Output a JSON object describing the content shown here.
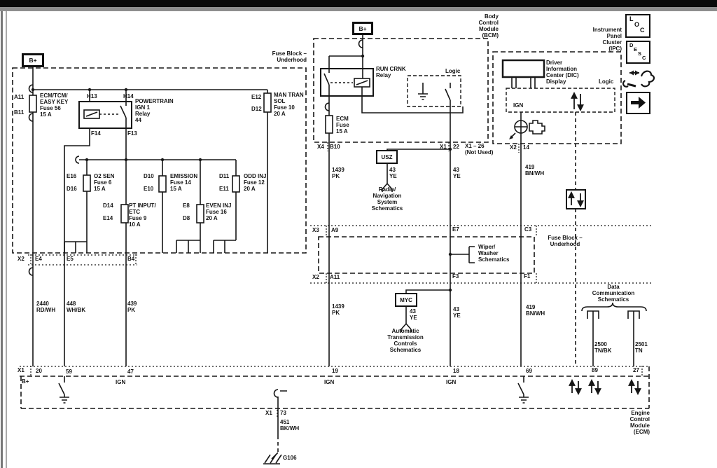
{
  "labels": {
    "b_plus_left": "B+",
    "b_plus_bcm": "B+",
    "fuse_block_left": "Fuse Block –\nUnderhood",
    "fuse_block_mid": "Fuse Block –\nUnderhood",
    "bcm": "Body\nControl\nModule\n(BCM)",
    "ipc": "Instrument\nPanel\nCluster\n(IPC)",
    "ecm": "Engine\nControl\nModule\n(ECM)",
    "dic": "Driver\nInformation\nCenter (DIC)\nDisplay",
    "logic_bcm": "Logic",
    "logic_ipc": "Logic",
    "run_crnk_relay": "RUN CRNK\nRelay",
    "powertrain_relay": "POWERTRAIN\nIGN 1\nRelay\n44",
    "ecm_fuse": "ECM\nFuse\n15 A",
    "ign_lamp": "IGN",
    "usz": "USZ",
    "myc": "MYC",
    "radio_nav": "Radio/\nNavigation\nSystem\nSchematics",
    "auto_trans": "Automatic\nTransmission\nControls\nSchematics",
    "wiper_washer": "Wiper/\nWasher\nSchematics",
    "data_comm": "Data\nCommunication\nSchematics",
    "not_used": "X1 – 26\n(Not Used)",
    "g106": "G106"
  },
  "fuses": {
    "ecm_tcm": "ECM/TCM/\nEASY KEY\nFuse 56\n15 A",
    "man_tran": "MAN TRAN\nSOL\nFuse 10\n20 A",
    "o2_sen": "O2 SEN\nFuse 6\n15 A",
    "emission": "EMISSION\nFuse 14\n15 A",
    "odd_inj": "ODD INJ\nFuse 12\n20 A",
    "pt_input": "PT INPUT/\nETC\nFuse 9\n10 A",
    "even_inj": "EVEN INJ\nFuse 16\n20 A"
  },
  "pins": {
    "a11": "A11",
    "b11": "B11",
    "h13": "H13",
    "h14": "H14",
    "f14": "F14",
    "f13": "F13",
    "e12": "E12",
    "d12": "D12",
    "e16": "E16",
    "d16": "D16",
    "d10": "D10",
    "e10": "E10",
    "d11": "D11",
    "e11": "E11",
    "d14": "D14",
    "e14": "E14",
    "e8": "E8",
    "d8": "D8",
    "x2_left": "X2",
    "e4": "E4",
    "e5": "E5",
    "b4": "B4",
    "x4": "X4",
    "b10": "B10",
    "x1_bcm": "X1",
    "p22": "22",
    "x2_ipc": "X2",
    "p14": "14",
    "x3": "X3",
    "a9": "A9",
    "e7": "E7",
    "c3": "C3",
    "x2_mid": "X2",
    "a11_mid": "A11",
    "f3": "F3",
    "f1": "F1",
    "x1_ecm": "X1",
    "p20": "20",
    "p59": "59",
    "p47": "47",
    "p19": "19",
    "p18": "18",
    "p69": "69",
    "p89": "89",
    "p27": "27",
    "x1_73": "X1",
    "p73": "73"
  },
  "row_labels": {
    "b_plus": "B+",
    "ign_47": "IGN",
    "ign_19": "IGN",
    "ign_18": "IGN"
  },
  "wires": {
    "w2440": "2440\nRD/WH",
    "w448": "448\nWH/BK",
    "w439": "439\nPK",
    "w1439_top": "1439\nPK",
    "w1439_bot": "1439\nPK",
    "w43_usz": "43\nYE",
    "w43_top": "43\nYE",
    "w43_myc": "43\nYE",
    "w43_bot": "43\nYE",
    "w419_top": "419\nBN/WH",
    "w419_bot": "419\nBN/WH",
    "w2500": "2500\nTN/BK",
    "w2501": "2501\nTN",
    "w451": "451\nBK/WH"
  },
  "icons": {
    "loc_l": "L",
    "loc_o": "O",
    "loc_c": "C",
    "desc_d": "D",
    "desc_e": "E",
    "desc_s": "S",
    "desc_c": "C"
  }
}
